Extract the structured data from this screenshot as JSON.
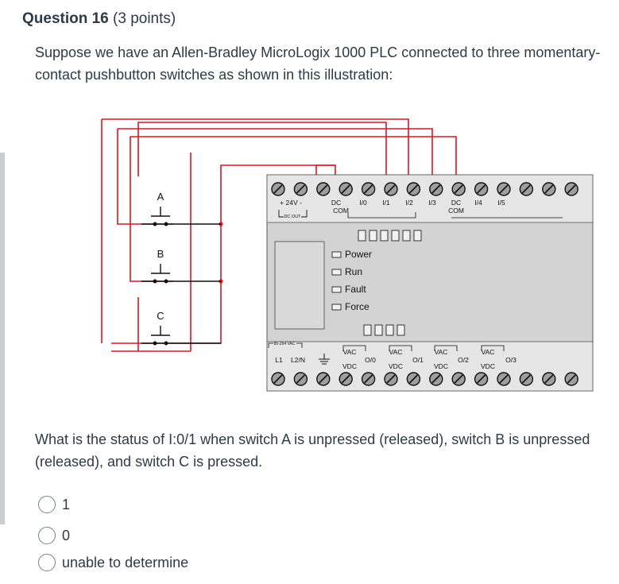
{
  "question": {
    "title": "Question 16",
    "points": "(3 points)",
    "body": "Suppose we have an Allen-Bradley MicroLogix 1000 PLC connected to three momentary-contact pushbutton switches as shown in this illustration:",
    "prompt": "What is the status of I:0/1 when switch A is unpressed (released), switch B is unpressed (released), and switch C is pressed."
  },
  "diagram": {
    "switches": [
      "A",
      "B",
      "C"
    ],
    "top_terminals": [
      "+ 24V -",
      "DC",
      "I/0",
      "I/1",
      "I/2",
      "I/3",
      "DC",
      "I/4",
      "I/5"
    ],
    "com_labels": [
      "COM",
      "COM"
    ],
    "dc_out": "DC OUT",
    "leds_top_count": 6,
    "leds_bottom_count": 4,
    "indicators": [
      "Power",
      "Run",
      "Fault",
      "Force"
    ],
    "ac_label": "85-264 VAC",
    "bottom_terminals": [
      "L1",
      "L2/N",
      "VAC",
      "O/0",
      "VAC",
      "O/1",
      "VAC",
      "O/2",
      "VAC",
      "O/3"
    ],
    "vdc_label": "VDC",
    "colors": {
      "wire": "#e0141e",
      "plc_body": "#d3d3d3",
      "screw": "#9e9e9e"
    }
  },
  "answers": [
    {
      "label": "1"
    },
    {
      "label": "0"
    },
    {
      "label": "unable to determine"
    }
  ]
}
